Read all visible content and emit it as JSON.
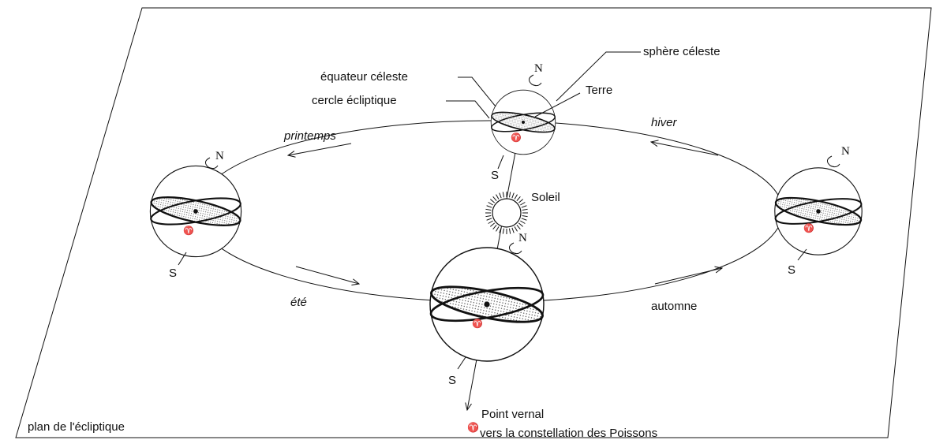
{
  "labels": {
    "celestial_sphere": "sphère céleste",
    "celestial_equator": "équateur céleste",
    "ecliptic_circle": "cercle écliptique",
    "earth": "Terre",
    "sun": "Soleil",
    "spring": "printemps",
    "winter": "hiver",
    "summer": "été",
    "autumn": "automne",
    "plane": "plan de l'écliptique",
    "vernal_point": "Point vernal",
    "vernal_direction": "vers la constellation des Poissons"
  },
  "poles": {
    "north": "N",
    "south": "S",
    "aries": "♈"
  }
}
